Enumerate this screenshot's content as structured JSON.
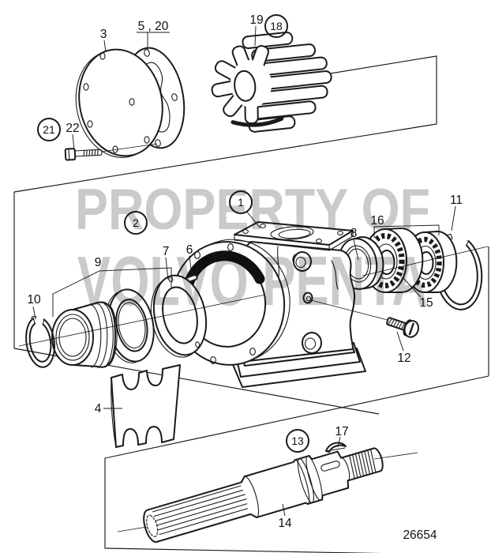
{
  "diagram": {
    "drawing_number": "26654",
    "watermark": {
      "line1": "PROPERTY OF",
      "line2": "VOLVO PENTA",
      "color": "#c6c6c6"
    },
    "colors": {
      "line": "#1b1b1b",
      "background": "#ffffff"
    },
    "callouts": {
      "n1": {
        "text": "1",
        "circled": true
      },
      "n2": {
        "text": "2",
        "circled": true
      },
      "n3": {
        "text": "3",
        "circled": false
      },
      "n5_20": {
        "text": "5 , 20",
        "circled": false
      },
      "n4": {
        "text": "4",
        "circled": false
      },
      "n6": {
        "text": "6",
        "circled": false
      },
      "n7": {
        "text": "7",
        "circled": false
      },
      "n8": {
        "text": "8",
        "circled": false
      },
      "n9": {
        "text": "9",
        "circled": false
      },
      "n10": {
        "text": "10",
        "circled": false
      },
      "n11": {
        "text": "11",
        "circled": false
      },
      "n12": {
        "text": "12",
        "circled": false
      },
      "n13": {
        "text": "13",
        "circled": true
      },
      "n14": {
        "text": "14",
        "circled": false
      },
      "n15": {
        "text": "15",
        "circled": false
      },
      "n16": {
        "text": "16",
        "circled": false
      },
      "n17": {
        "text": "17",
        "circled": false
      },
      "n18": {
        "text": "18",
        "circled": true
      },
      "n19": {
        "text": "19",
        "circled": false
      },
      "n21": {
        "text": "21",
        "circled": true
      },
      "n22": {
        "text": "22",
        "circled": false
      }
    },
    "parts_depicted": [
      "cover-plate",
      "gasket",
      "impeller",
      "pump-housing",
      "seal-kit-cup",
      "seal-ring",
      "flat-ring",
      "pin",
      "snap-ring-small",
      "snap-ring-large",
      "sealing-ring",
      "screw",
      "wear-plate",
      "pump-shaft",
      "bearing-inner",
      "bearing-outer",
      "woodruff-key",
      "hex-bolt"
    ]
  }
}
